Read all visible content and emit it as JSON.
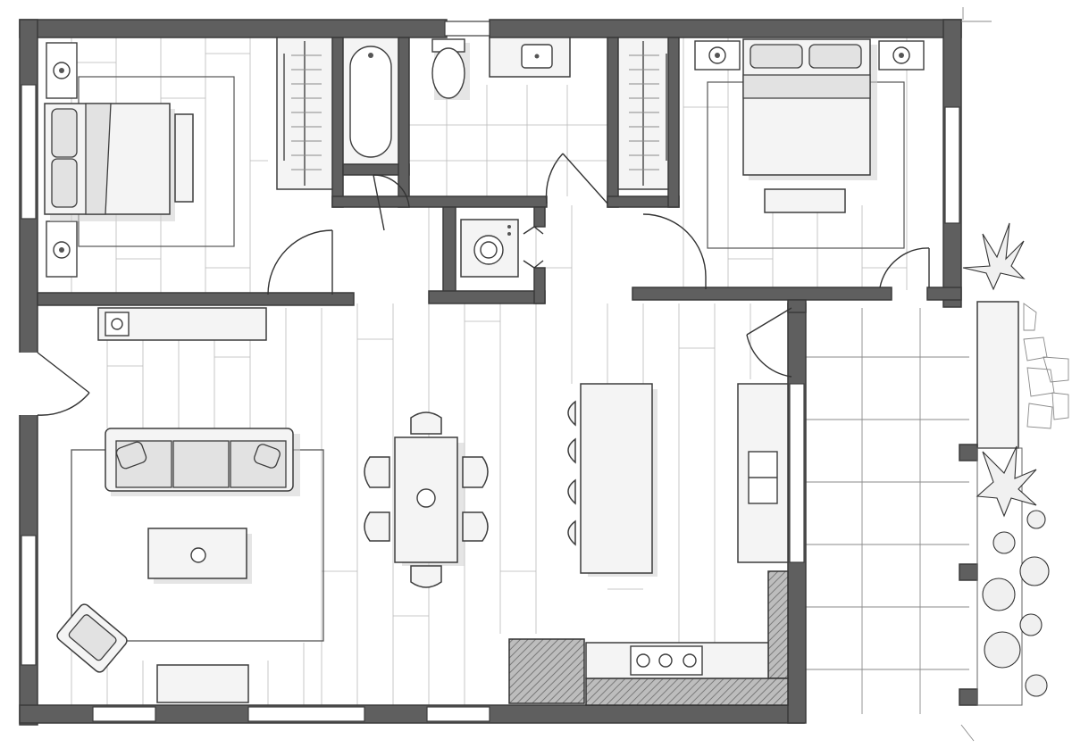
{
  "drawing": {
    "kind": "hand-sketched apartment floor plan",
    "rooms": [
      {
        "id": "bedroom-left"
      },
      {
        "id": "bathroom"
      },
      {
        "id": "laundry"
      },
      {
        "id": "bedroom-right"
      },
      {
        "id": "living-room"
      },
      {
        "id": "dining"
      },
      {
        "id": "kitchen"
      },
      {
        "id": "patio"
      }
    ]
  },
  "colors": {
    "wall": "#5f5f5f",
    "line": "#3d3d3d",
    "floor_lines": "#b9b9b9",
    "paper": "#ffffff"
  }
}
